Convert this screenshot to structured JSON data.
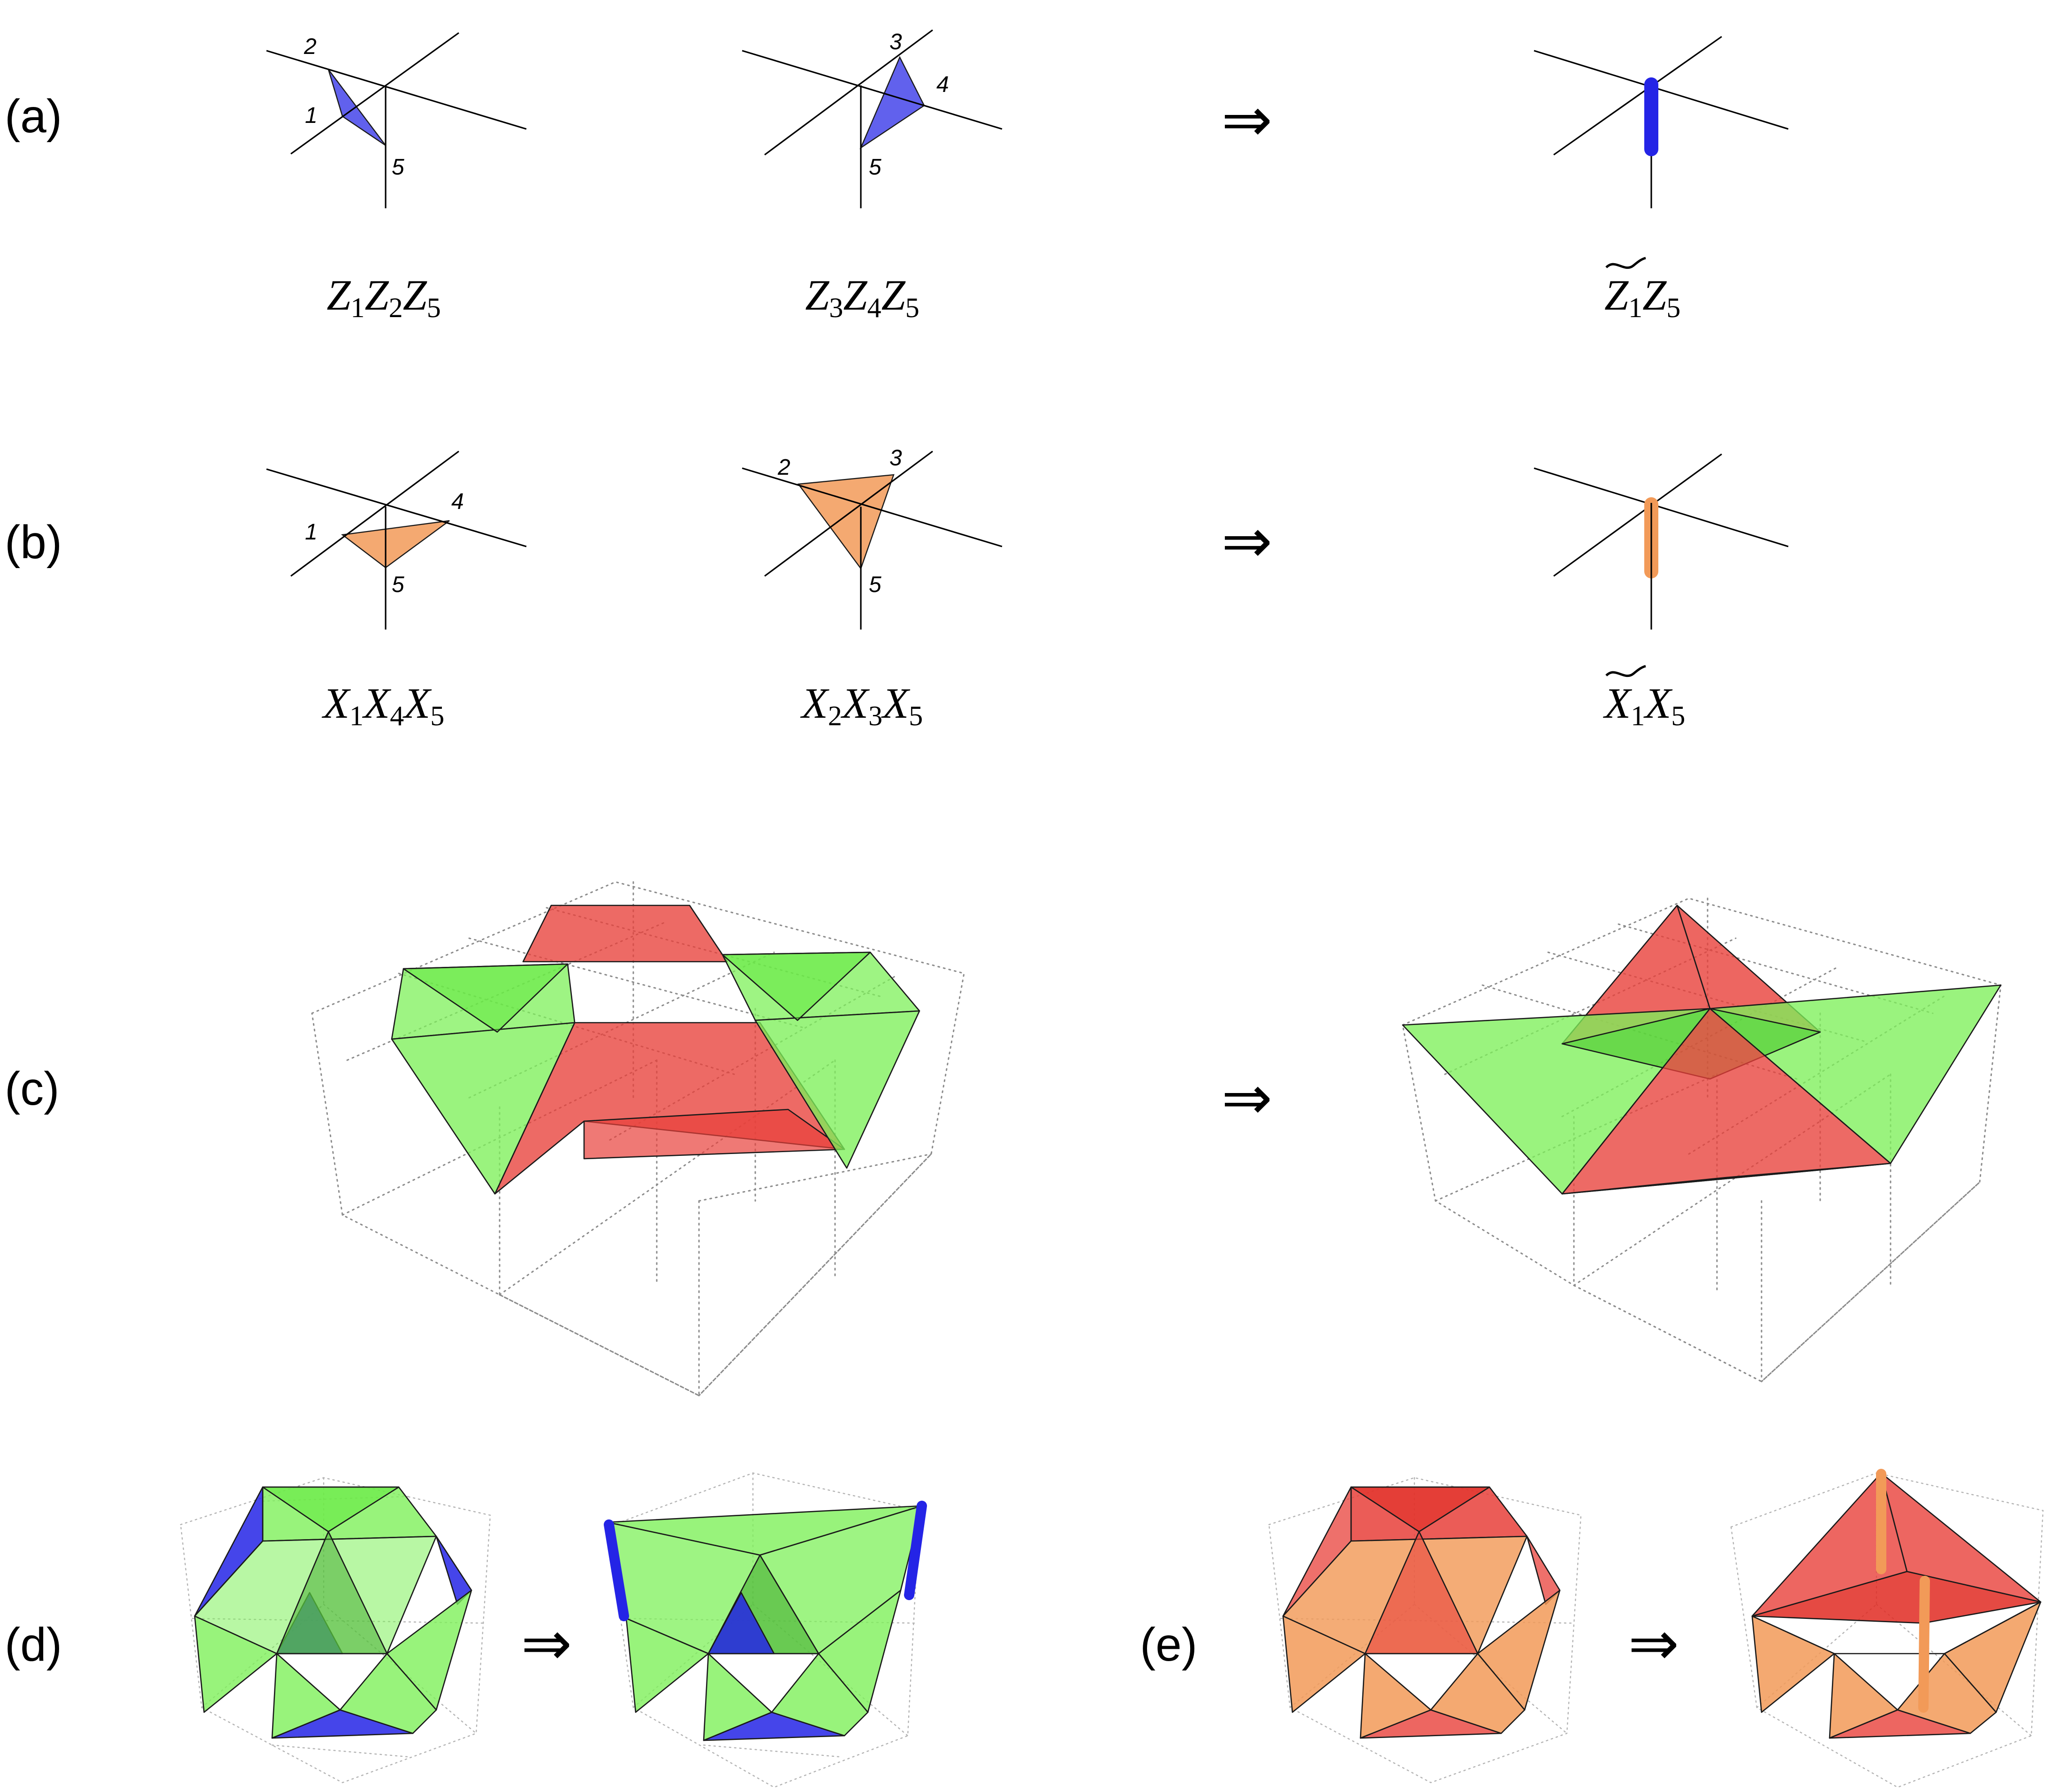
{
  "panels": {
    "a": {
      "label": "(a)",
      "vertex_numbers": [
        "2",
        "1",
        "5",
        "3",
        "4",
        "5"
      ],
      "terms": [
        {
          "letter": "Z",
          "subs": [
            "1",
            "2",
            "5"
          ]
        },
        {
          "letter": "Z",
          "subs": [
            "3",
            "4",
            "5"
          ]
        }
      ],
      "result": {
        "tilde_letter": "Z",
        "tilde_sub": "1",
        "letter": "Z",
        "sub": "5"
      }
    },
    "b": {
      "label": "(b)",
      "vertex_numbers": [
        "1",
        "4",
        "5",
        "2",
        "3",
        "5"
      ],
      "terms": [
        {
          "letter": "X",
          "subs": [
            "1",
            "4",
            "5"
          ]
        },
        {
          "letter": "X",
          "subs": [
            "2",
            "3",
            "5"
          ]
        }
      ],
      "result": {
        "tilde_letter": "X",
        "tilde_sub": "1",
        "letter": "X",
        "sub": "5"
      }
    },
    "c": {
      "label": "(c)"
    },
    "d": {
      "label": "(d)"
    },
    "e": {
      "label": "(e)"
    }
  },
  "arrow_symbol": "⇒",
  "colors": {
    "blue": "#2424e6",
    "orange": "#f29a58",
    "green": "#7ef05a",
    "red": "#e8403a",
    "outline": "#1a1a1a",
    "dotted": "#8c8c8c"
  }
}
